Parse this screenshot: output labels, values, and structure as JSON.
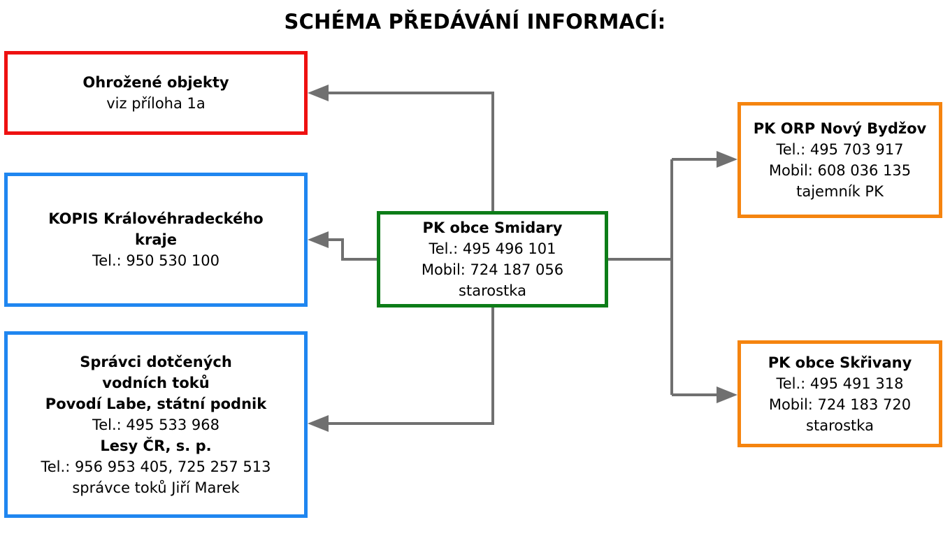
{
  "title": "SCHÉMA PŘEDÁVÁNÍ INFORMACÍ:",
  "colors": {
    "red": "#ee1111",
    "blue": "#1f86f0",
    "green": "#0d7d18",
    "orange": "#f5840f",
    "connector": "#707070"
  },
  "nodes": {
    "ohrozene": {
      "name": "Ohrožené objekty",
      "note": "viz příloha 1a"
    },
    "kopis": {
      "name_line1": "KOPIS Královéhradeckého",
      "name_line2": "kraje",
      "tel": "Tel.: 950 530 100"
    },
    "spravci": {
      "heading_line1": "Správci dotčených",
      "heading_line2": "vodních toků",
      "org1": "Povodí Labe, státní podnik",
      "org1_tel": "Tel.: 495 533 968",
      "org2": "Lesy ČR, s. p.",
      "org2_tel": "Tel.: 956 953 405, 725 257 513",
      "org2_contact": "správce toků Jiří Marek"
    },
    "smidary": {
      "name": "PK obce Smidary",
      "tel": "Tel.: 495 496 101",
      "mobil": "Mobil: 724 187 056",
      "role": "starostka"
    },
    "orp": {
      "name": "PK ORP Nový Bydžov",
      "tel": "Tel.: 495 703 917",
      "mobil": "Mobil: 608 036 135",
      "role": "tajemník PK"
    },
    "skrivany": {
      "name": "PK obce Skřivany",
      "tel": "Tel.: 495 491 318",
      "mobil": "Mobil: 724 183 720",
      "role": "starostka"
    }
  }
}
